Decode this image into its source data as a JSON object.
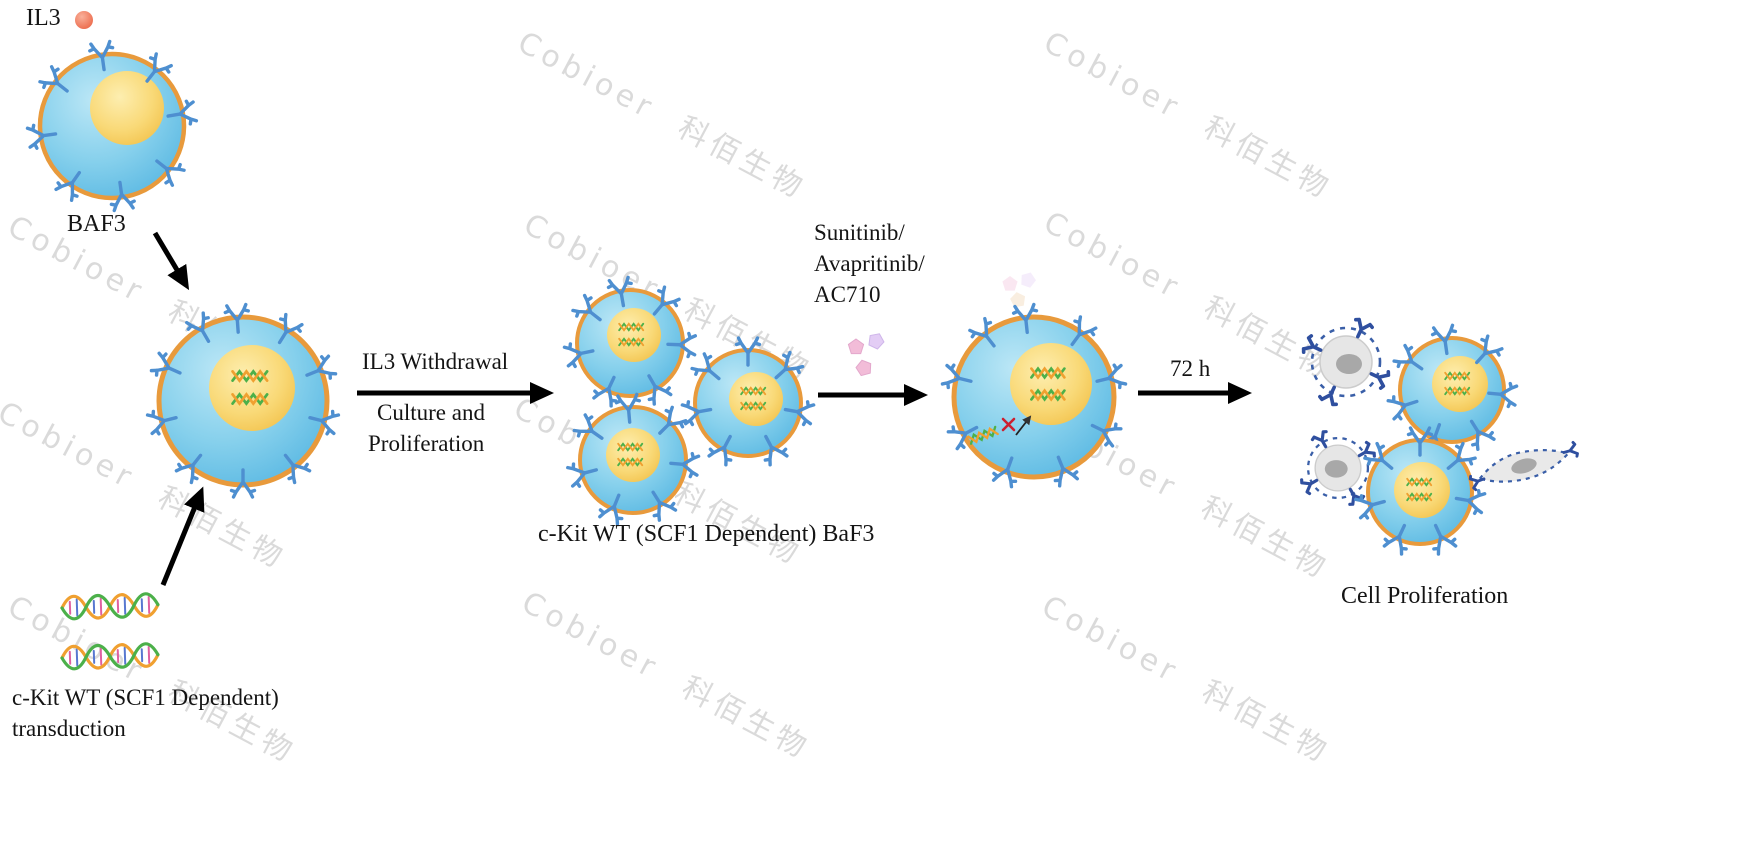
{
  "watermark": {
    "text": "Cobioer 科佰生物",
    "color": "#b9b9b9"
  },
  "labels": {
    "il3": "IL3",
    "baf3": "BAF3",
    "transduction_line1": "c-Kit WT (SCF1 Dependent)",
    "transduction_line2": "transduction",
    "step1_line1": "IL3 Withdrawal",
    "step1_line2": "Culture and",
    "step1_line3": "Proliferation",
    "cluster": "c-Kit WT (SCF1 Dependent) BaF3",
    "drugs_line1": "Sunitinib/",
    "drugs_line2": "Avapritinib/",
    "drugs_line3": "AC710",
    "duration": "72 h",
    "result": "Cell Proliferation"
  },
  "colors": {
    "cell_body": "#74c6e8",
    "cell_membrane": "#e89a3c",
    "nucleus": "#f7d265",
    "receptor_blue": "#4e8fd0",
    "il3_ligand": "#ef7757",
    "dna_green": "#4cb04a",
    "dna_orange": "#f0a030",
    "drug_pink": "#f2bcd8",
    "drug_violet": "#e3cdf5",
    "apoptotic_border": "#3a5fa8",
    "arrow": "#000000"
  }
}
